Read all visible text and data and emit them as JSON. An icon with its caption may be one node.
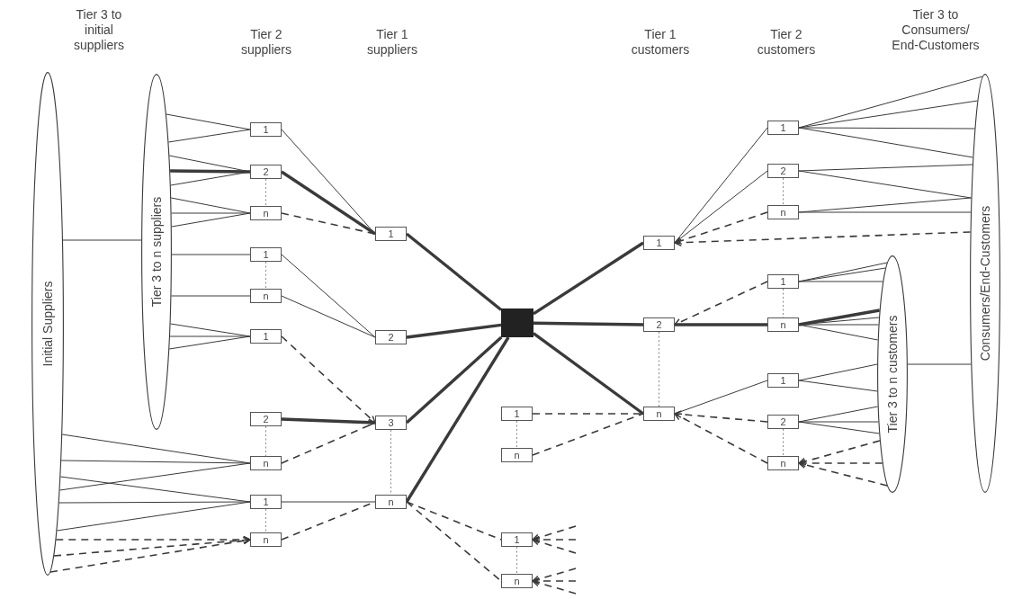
{
  "diagram": {
    "nodes": [
      {
        "text": [
          "Initial Suppliers"
        ]
      },
      {
        "text": [
          "Tier 3 to n suppliers"
        ]
      },
      {
        "text": [
          "1"
        ]
      },
      {
        "text": [
          "2"
        ]
      },
      {
        "text": [
          "n"
        ]
      },
      {
        "text": [
          "1"
        ]
      },
      {
        "text": [
          "n"
        ]
      },
      {
        "text": [
          "1"
        ]
      },
      {
        "text": [
          "2"
        ]
      },
      {
        "text": [
          "n"
        ]
      },
      {
        "text": [
          "1"
        ]
      },
      {
        "text": [
          "n"
        ]
      },
      {
        "text": [
          "1"
        ]
      },
      {
        "text": [
          "2"
        ]
      },
      {
        "text": [
          "3"
        ]
      },
      {
        "text": [
          "n"
        ]
      },
      {
        "text": [],
        "shape": "box"
      },
      {
        "text": [
          "1"
        ]
      },
      {
        "text": [
          "n"
        ]
      },
      {
        "text": [
          "1"
        ]
      },
      {
        "text": [
          "n"
        ]
      },
      {
        "text": [
          "1"
        ]
      },
      {
        "text": [
          "2"
        ]
      },
      {
        "text": [
          "n"
        ]
      },
      {
        "text": [
          "1"
        ]
      },
      {
        "text": [
          "2"
        ]
      },
      {
        "text": [
          "n"
        ]
      },
      {
        "text": [
          "1"
        ]
      },
      {
        "text": [
          "n"
        ]
      },
      {
        "text": [
          "1"
        ]
      },
      {
        "text": [
          "2"
        ]
      },
      {
        "text": [
          "n"
        ]
      },
      {
        "text": [
          "Tier 3 to n customers"
        ]
      },
      {
        "text": [
          "Consumers/End-Customers"
        ]
      }
    ],
    "edges": [
      {
        "from": 0,
        "to": 1,
        "arrow": "none"
      },
      {
        "from": 1,
        "to": 2,
        "arrow": "none"
      },
      {
        "from": 1,
        "to": 2,
        "arrow": "none"
      },
      {
        "from": 1,
        "to": 3,
        "arrow": "none"
      },
      {
        "from": 1,
        "to": 3,
        "arrow": "none",
        "style": "thick"
      },
      {
        "from": 1,
        "to": 3,
        "arrow": "none"
      },
      {
        "from": 1,
        "to": 4,
        "arrow": "none"
      },
      {
        "from": 1,
        "to": 4,
        "arrow": "none"
      },
      {
        "from": 1,
        "to": 4,
        "arrow": "none"
      },
      {
        "from": 1,
        "to": 5,
        "arrow": "none"
      },
      {
        "from": 1,
        "to": 6,
        "arrow": "none"
      },
      {
        "from": 1,
        "to": 7,
        "arrow": "none"
      },
      {
        "from": 1,
        "to": 7,
        "arrow": "none"
      },
      {
        "from": 1,
        "to": 7,
        "arrow": "none"
      },
      {
        "from": 0,
        "to": 9,
        "arrow": "none"
      },
      {
        "from": 0,
        "to": 9,
        "arrow": "none"
      },
      {
        "from": 0,
        "to": 9,
        "arrow": "none"
      },
      {
        "from": 0,
        "to": 10,
        "arrow": "none"
      },
      {
        "from": 0,
        "to": 10,
        "arrow": "none"
      },
      {
        "from": 0,
        "to": 10,
        "arrow": "none"
      },
      {
        "from": 0,
        "to": 11,
        "arrow": "to",
        "style": "dashed"
      },
      {
        "from": 0,
        "to": 11,
        "arrow": "to",
        "style": "dashed"
      },
      {
        "from": 0,
        "to": 11,
        "arrow": "to",
        "style": "dashed"
      },
      {
        "from": 2,
        "to": 12,
        "arrow": "none"
      },
      {
        "from": 3,
        "to": 12,
        "arrow": "none",
        "style": "thick"
      },
      {
        "from": 4,
        "to": 12,
        "arrow": "none",
        "style": "dashed"
      },
      {
        "from": 5,
        "to": 13,
        "arrow": "none"
      },
      {
        "from": 6,
        "to": 13,
        "arrow": "none"
      },
      {
        "from": 7,
        "to": 14,
        "arrow": "to",
        "style": "dashed"
      },
      {
        "from": 8,
        "to": 14,
        "arrow": "to",
        "style": "thick"
      },
      {
        "from": 9,
        "to": 14,
        "arrow": "none",
        "style": "dashed"
      },
      {
        "from": 10,
        "to": 15,
        "arrow": "none"
      },
      {
        "from": 11,
        "to": 15,
        "arrow": "none",
        "style": "dashed"
      },
      {
        "from": 12,
        "to": 16,
        "arrow": "none",
        "style": "thick"
      },
      {
        "from": 13,
        "to": 16,
        "arrow": "none",
        "style": "thick"
      },
      {
        "from": 14,
        "to": 16,
        "arrow": "none",
        "style": "thick"
      },
      {
        "from": 15,
        "to": 16,
        "arrow": "none",
        "style": "thick"
      },
      {
        "from": 15,
        "to": 19,
        "arrow": "none",
        "style": "dashed"
      },
      {
        "from": 15,
        "to": 20,
        "arrow": "none",
        "style": "dashed"
      },
      {
        "from": null,
        "to": 19,
        "arrow": "to",
        "style": "dashed"
      },
      {
        "from": null,
        "to": 19,
        "arrow": "to",
        "style": "dashed"
      },
      {
        "from": null,
        "to": 19,
        "arrow": "to",
        "style": "dashed"
      },
      {
        "from": null,
        "to": 20,
        "arrow": "to",
        "style": "dashed"
      },
      {
        "from": null,
        "to": 20,
        "arrow": "to",
        "style": "dashed"
      },
      {
        "from": null,
        "to": 20,
        "arrow": "to",
        "style": "dashed"
      },
      {
        "from": 16,
        "to": 21,
        "arrow": "none",
        "style": "thick"
      },
      {
        "from": 16,
        "to": 22,
        "arrow": "none",
        "style": "thick"
      },
      {
        "from": 16,
        "to": 23,
        "arrow": "none",
        "style": "thick"
      },
      {
        "from": 17,
        "to": 23,
        "arrow": "none",
        "style": "dashed"
      },
      {
        "from": 18,
        "to": 23,
        "arrow": "none",
        "style": "dashed"
      },
      {
        "from": 21,
        "to": 24,
        "arrow": "none"
      },
      {
        "from": 21,
        "to": 25,
        "arrow": "none"
      },
      {
        "from": 26,
        "to": 21,
        "arrow": "to",
        "style": "dashed"
      },
      {
        "from": 33,
        "to": 21,
        "arrow": "to",
        "style": "dashed"
      },
      {
        "from": 27,
        "to": 22,
        "arrow": "to",
        "style": "dashed"
      },
      {
        "from": 22,
        "to": 28,
        "arrow": "none",
        "style": "thick"
      },
      {
        "from": 23,
        "to": 29,
        "arrow": "none"
      },
      {
        "from": 30,
        "to": 23,
        "arrow": "to",
        "style": "dashed"
      },
      {
        "from": 31,
        "to": 23,
        "arrow": "to",
        "style": "dashed"
      },
      {
        "from": 24,
        "to": 33,
        "arrow": "none"
      },
      {
        "from": 24,
        "to": 33,
        "arrow": "none"
      },
      {
        "from": 24,
        "to": 33,
        "arrow": "none"
      },
      {
        "from": 24,
        "to": 33,
        "arrow": "none"
      },
      {
        "from": 25,
        "to": 33,
        "arrow": "none"
      },
      {
        "from": 25,
        "to": 33,
        "arrow": "none"
      },
      {
        "from": 26,
        "to": 33,
        "arrow": "none"
      },
      {
        "from": 26,
        "to": 33,
        "arrow": "none"
      },
      {
        "from": 27,
        "to": 32,
        "arrow": "none"
      },
      {
        "from": 27,
        "to": 32,
        "arrow": "none"
      },
      {
        "from": 27,
        "to": 32,
        "arrow": "none"
      },
      {
        "from": 28,
        "to": 32,
        "arrow": "none",
        "style": "thick"
      },
      {
        "from": 28,
        "to": 32,
        "arrow": "none"
      },
      {
        "from": 28,
        "to": 32,
        "arrow": "none"
      },
      {
        "from": 28,
        "to": 32,
        "arrow": "none"
      },
      {
        "from": 29,
        "to": 32,
        "arrow": "none"
      },
      {
        "from": 29,
        "to": 32,
        "arrow": "none"
      },
      {
        "from": 30,
        "to": 32,
        "arrow": "none"
      },
      {
        "from": 30,
        "to": 32,
        "arrow": "none"
      },
      {
        "from": 30,
        "to": 32,
        "arrow": "none"
      },
      {
        "from": 32,
        "to": 31,
        "arrow": "to",
        "style": "dashed"
      },
      {
        "from": 32,
        "to": 31,
        "arrow": "to",
        "style": "dashed"
      },
      {
        "from": 32,
        "to": 31,
        "arrow": "to",
        "style": "dashed"
      },
      {
        "from": 32,
        "to": 33,
        "arrow": "none"
      },
      {
        "from": 3,
        "to": 4,
        "arrow": "none",
        "style": "dashed",
        "color": "#888888"
      },
      {
        "from": 5,
        "to": 6,
        "arrow": "none",
        "style": "dashed",
        "color": "#888888"
      },
      {
        "from": 8,
        "to": 9,
        "arrow": "none",
        "style": "dashed",
        "color": "#888888"
      },
      {
        "from": 10,
        "to": 11,
        "arrow": "none",
        "style": "dashed",
        "color": "#888888"
      },
      {
        "from": 14,
        "to": 15,
        "arrow": "none",
        "style": "dashed",
        "color": "#888888"
      },
      {
        "from": 17,
        "to": 18,
        "arrow": "none",
        "style": "dashed",
        "color": "#888888"
      },
      {
        "from": 19,
        "to": 20,
        "arrow": "none",
        "style": "dashed",
        "color": "#888888"
      },
      {
        "from": 25,
        "to": 26,
        "arrow": "none",
        "style": "dashed",
        "color": "#888888"
      },
      {
        "from": 22,
        "to": 23,
        "arrow": "none",
        "style": "dashed",
        "color": "#888888"
      },
      {
        "from": 27,
        "to": 28,
        "arrow": "none",
        "style": "dashed",
        "color": "#888888"
      },
      {
        "from": 30,
        "to": 31,
        "arrow": "none",
        "style": "dashed",
        "color": "#888888"
      }
    ],
    "labels": [
      "Tier 3 to initial suppliers",
      "Tier 2 suppliers",
      "Tier 1 suppliers",
      "Tier 1 customers",
      "Tier 2 customers",
      "Tier 3 to Consumers/ End-Customers"
    ]
  }
}
